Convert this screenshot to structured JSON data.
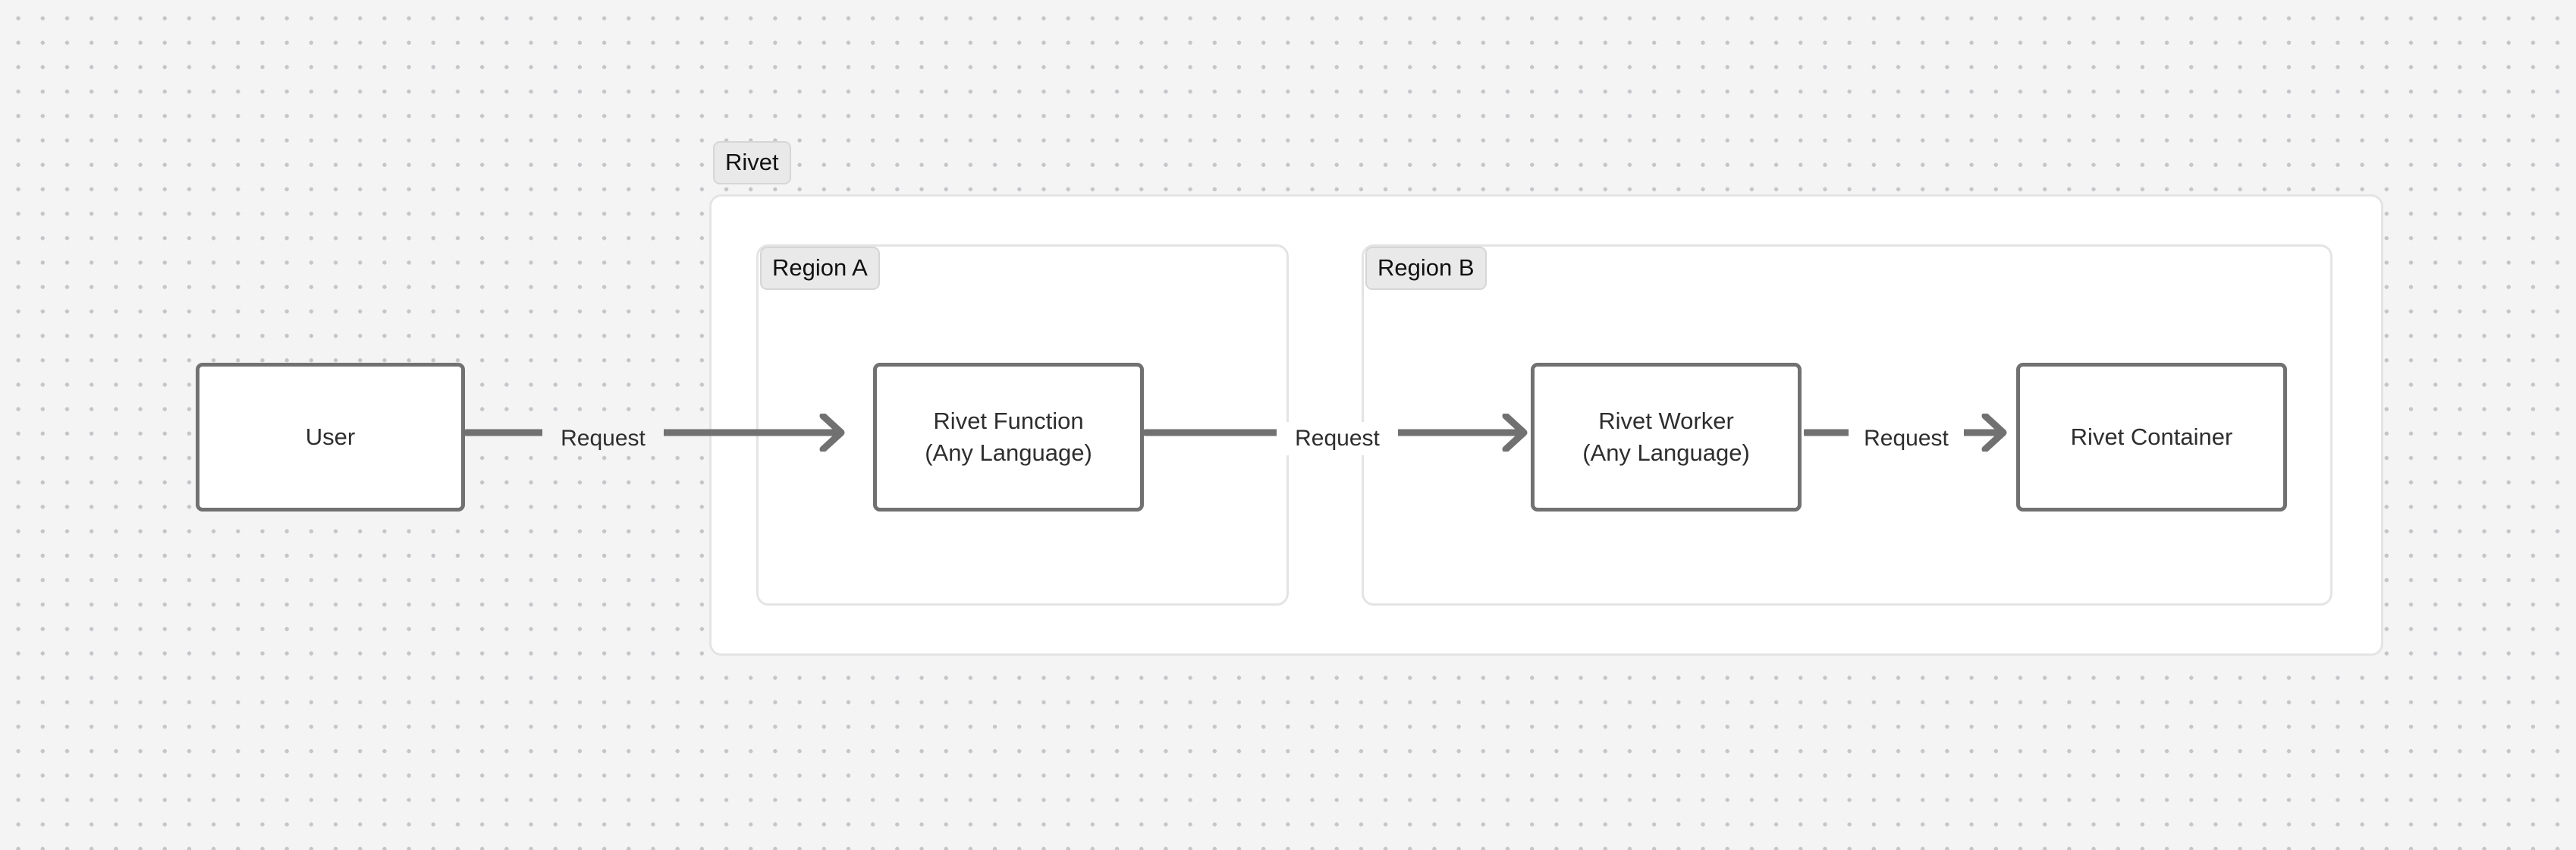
{
  "diagram": {
    "type": "architecture-flow",
    "background": {
      "color": "#f4f4f4",
      "dot_color": "#c6c6c8",
      "dot_spacing": 32
    },
    "colors": {
      "node_border": "#717171",
      "node_fill": "#ffffff",
      "group_border": "#e4e4e4",
      "group_fill": "#ffffff",
      "badge_fill": "#e9e9e9",
      "badge_border": "#d6d6d6",
      "edge": "#717171",
      "text": "#2e2e2e"
    },
    "groups": [
      {
        "id": "rivet",
        "label": "Rivet",
        "children": [
          "region-a",
          "region-b"
        ]
      },
      {
        "id": "region-a",
        "label": "Region A",
        "children": [
          "rivet-function"
        ]
      },
      {
        "id": "region-b",
        "label": "Region B",
        "children": [
          "rivet-worker",
          "rivet-container"
        ]
      }
    ],
    "nodes": [
      {
        "id": "user",
        "label": "User"
      },
      {
        "id": "rivet-function",
        "label": "Rivet Function\n(Any Language)"
      },
      {
        "id": "rivet-worker",
        "label": "Rivet Worker\n(Any Language)"
      },
      {
        "id": "rivet-container",
        "label": "Rivet Container"
      }
    ],
    "edges": [
      {
        "id": "edge-user-function",
        "from": "user",
        "to": "rivet-function",
        "label": "Request"
      },
      {
        "id": "edge-function-worker",
        "from": "rivet-function",
        "to": "rivet-worker",
        "label": "Request"
      },
      {
        "id": "edge-worker-container",
        "from": "rivet-worker",
        "to": "rivet-container",
        "label": "Request"
      }
    ]
  }
}
